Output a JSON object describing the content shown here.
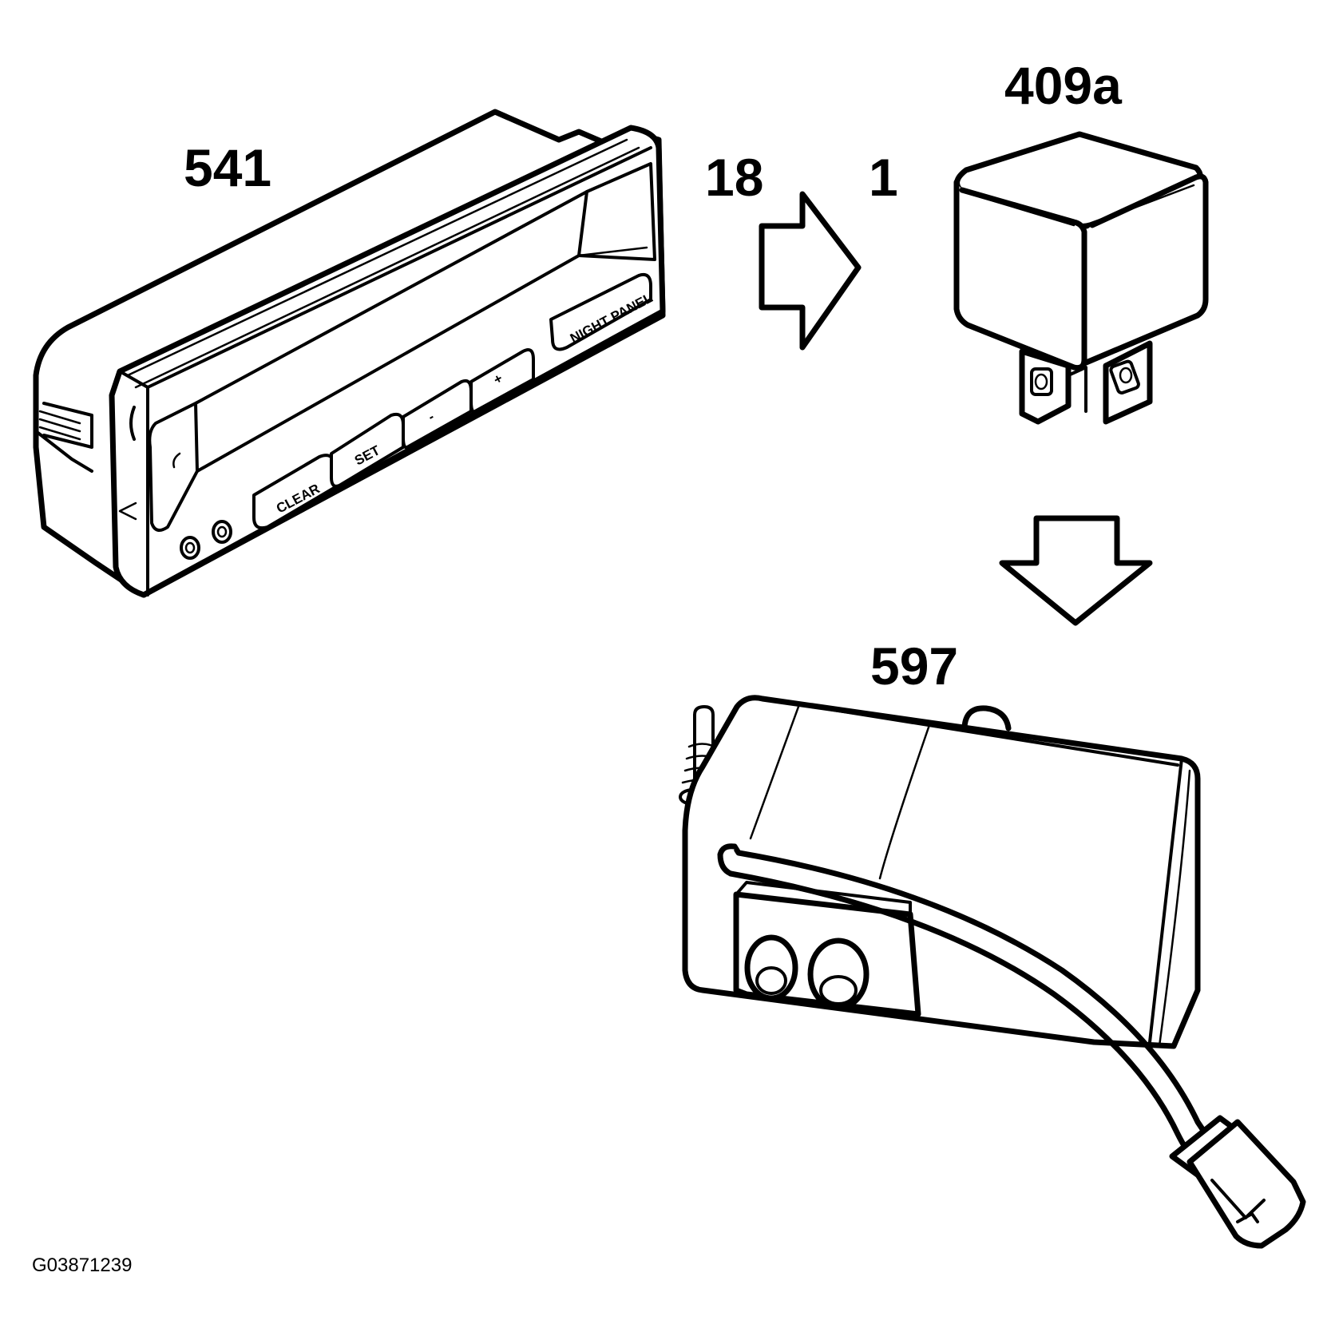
{
  "callouts": {
    "control_panel": "541",
    "pin_from": "18",
    "pin_to": "1",
    "relay": "409a",
    "pump": "597"
  },
  "panel_buttons": {
    "clear": "CLEAR",
    "set": "SET",
    "minus": "-",
    "plus": "+",
    "night_panel": "NIGHT PANEL"
  },
  "figure_id": "G03871239",
  "colors": {
    "line": "#000000",
    "background": "#ffffff"
  },
  "icons": {
    "arrow_right": "hollow-right-arrow-icon",
    "arrow_down": "hollow-down-arrow-icon"
  }
}
